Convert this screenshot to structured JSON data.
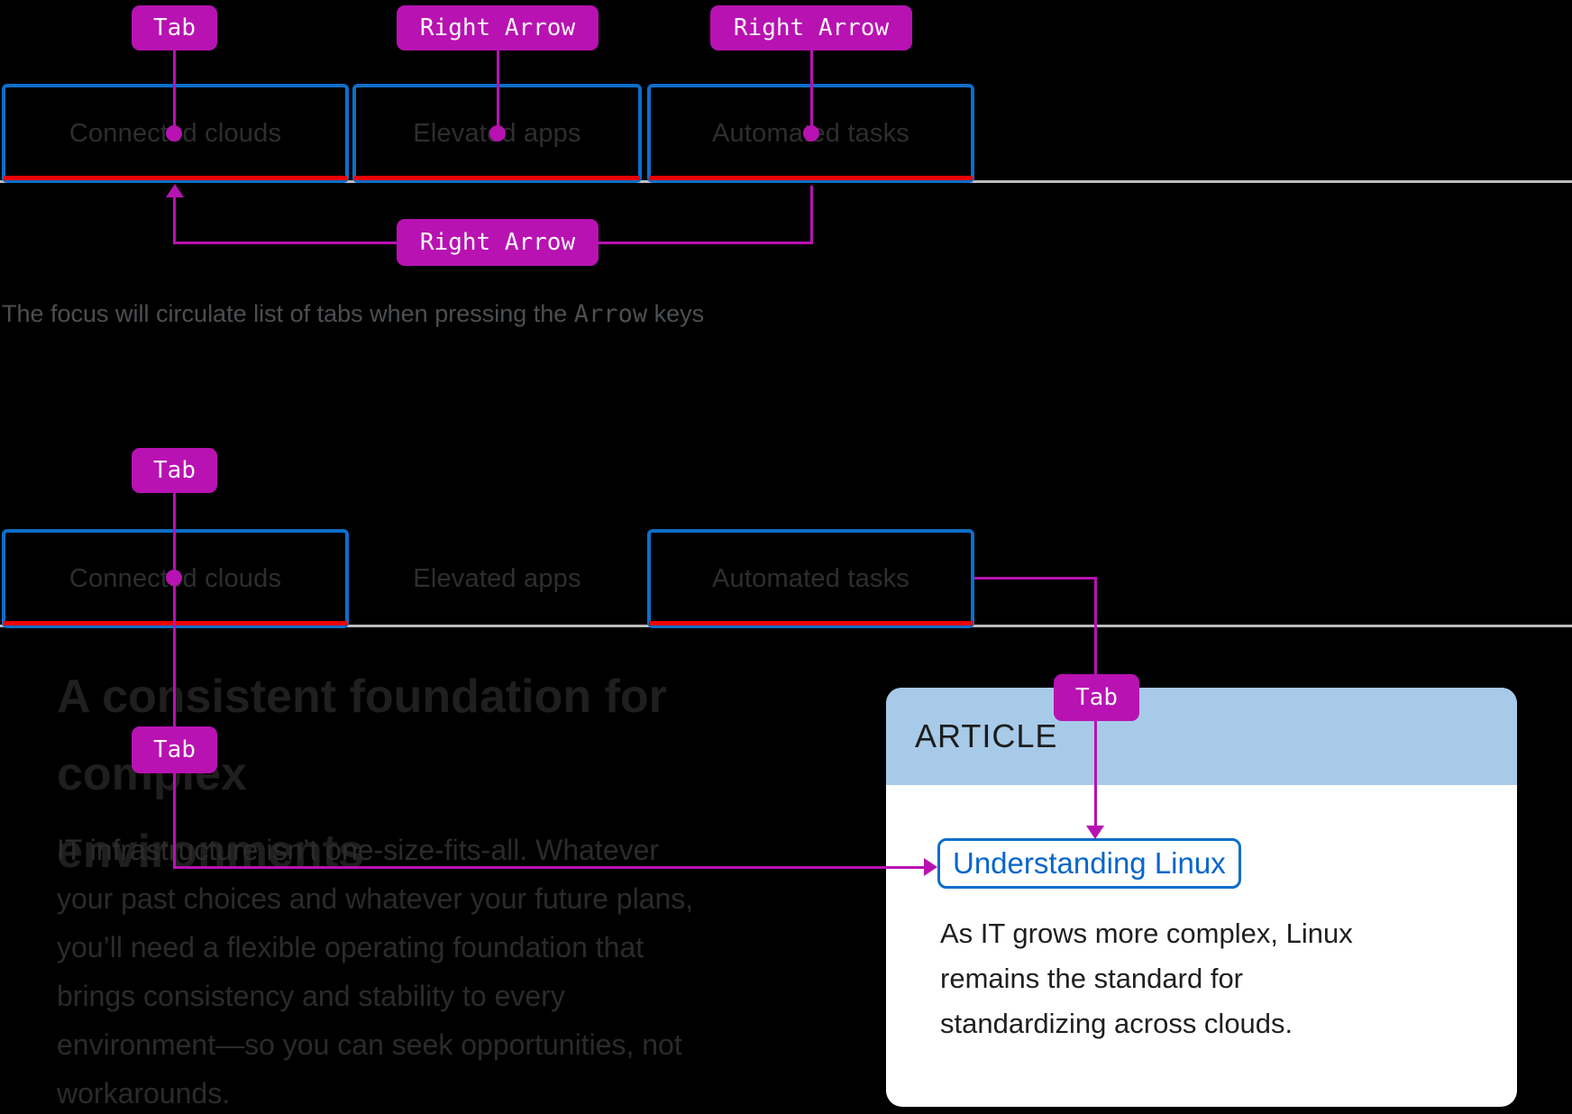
{
  "keys": {
    "tab": "Tab",
    "right_arrow": "Right Arrow"
  },
  "tabs": {
    "connected": "Connected clouds",
    "elevated": "Elevated apps",
    "automated": "Automated tasks"
  },
  "caption": {
    "before": "The focus will circulate list of tabs when pressing the ",
    "key": "Arrow",
    "after": " keys"
  },
  "content": {
    "heading": "A consistent foundation for complex\nenvironments",
    "paragraph": "IT infrastructure isn’t one-size-fits-all. Whatever\nyour past choices and whatever your future plans,\nyou’ll need a flexible operating foundation that\nbrings consistency and stability to every\nenvironment—so you can seek opportunities, not\nworkarounds."
  },
  "card": {
    "eyebrow": "ARTICLE",
    "link": "Understanding Linux",
    "body": "As IT grows more complex, Linux\nremains the standard for\nstandardizing across clouds."
  },
  "colors": {
    "annotation_magenta": "#b812b2",
    "focus_blue": "#0d6ec9",
    "active_tab_red": "#ee0000",
    "link_blue": "#0666cc",
    "card_header_blue": "#a6cae8",
    "divider_gray": "#bdbdbd",
    "background": "#000000"
  }
}
